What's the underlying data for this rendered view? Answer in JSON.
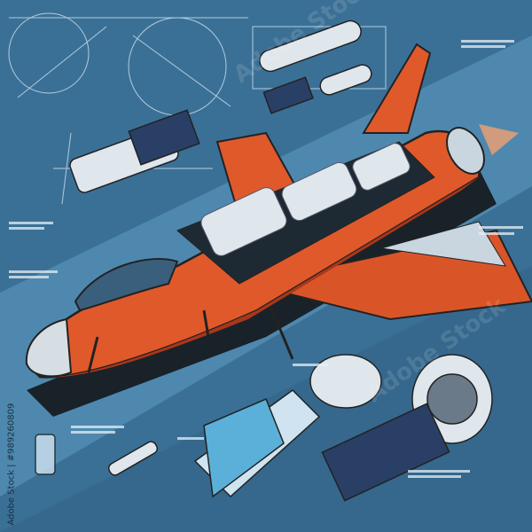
{
  "watermark": {
    "brand": "Adobe Stock",
    "stock_id": "#989260809",
    "credit_line": "Adobe Stock | #989260809"
  },
  "colors": {
    "background": "#3b7096",
    "band": "#5f9cc2",
    "hull": "#e0592b",
    "hull_shadow": "#a8371a",
    "metal": "#dfe6ec",
    "line": "#cfe3f0"
  }
}
